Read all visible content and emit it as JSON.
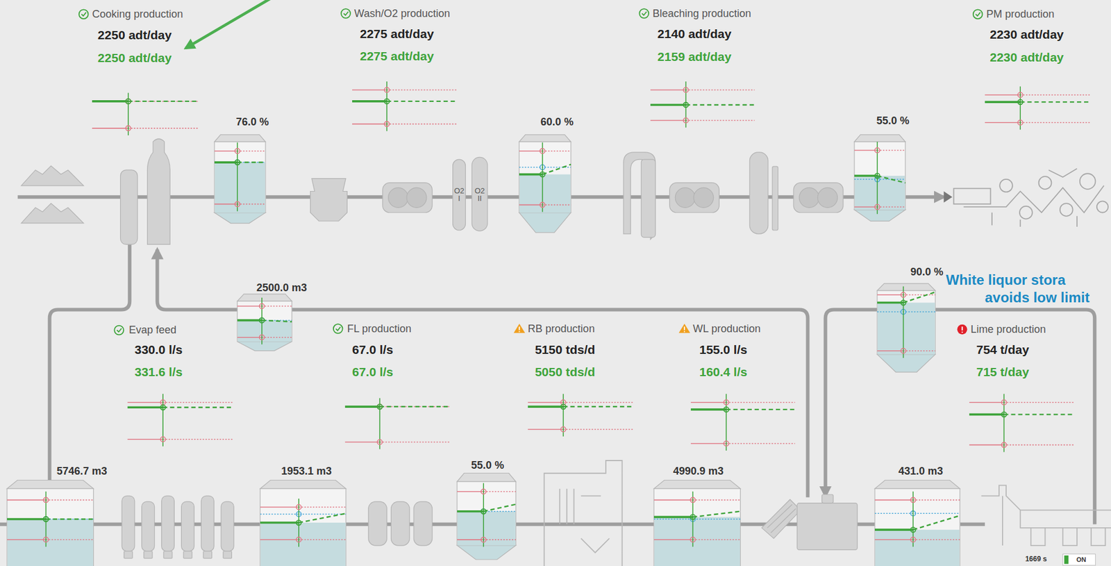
{
  "diagram": {
    "nodes": [
      {
        "text": [
          "76.0 %"
        ]
      },
      {
        "text": [
          "60.0 %"
        ]
      },
      {
        "text": [
          "55.0 %"
        ]
      },
      {
        "text": [
          "2500.0 m3"
        ]
      },
      {
        "text": [
          "90.0 %"
        ]
      },
      {
        "text": [
          "5746.7 m3"
        ]
      },
      {
        "text": [
          "1953.1 m3"
        ]
      },
      {
        "text": [
          "55.0 %"
        ]
      },
      {
        "text": [
          "4990.9 m3"
        ]
      },
      {
        "text": [
          "431.0 m3"
        ]
      }
    ],
    "edges": [
      {
        "from": 0,
        "to": 1,
        "arrow": "none"
      },
      {
        "from": 1,
        "to": 2,
        "arrow": "none"
      },
      {
        "from": 5,
        "to": 6,
        "arrow": "none"
      },
      {
        "from": 6,
        "to": 7,
        "arrow": "none"
      },
      {
        "from": 7,
        "to": 8,
        "arrow": "none"
      },
      {
        "from": 8,
        "to": 9,
        "arrow": "none"
      }
    ],
    "labels": [
      "Cooking production",
      "2250 adt/day",
      "2250 adt/day",
      "Wash/O2 production",
      "2275 adt/day",
      "2275 adt/day",
      "Bleaching production",
      "2140 adt/day",
      "2159 adt/day",
      "PM production",
      "2230 adt/day",
      "2230 adt/day",
      "O2 I",
      "O2 II",
      "White liquor stora",
      "avoids low limit",
      "Evap feed",
      "330.0 l/s",
      "331.6 l/s",
      "FL production",
      "67.0 l/s",
      "67.0 l/s",
      "RB production",
      "5150 tds/d",
      "5050 tds/d",
      "WL production",
      "155.0 l/s",
      "160.4 l/s",
      "Lime production",
      "754 t/day",
      "715 t/day",
      "1669 s",
      "ON"
    ]
  }
}
